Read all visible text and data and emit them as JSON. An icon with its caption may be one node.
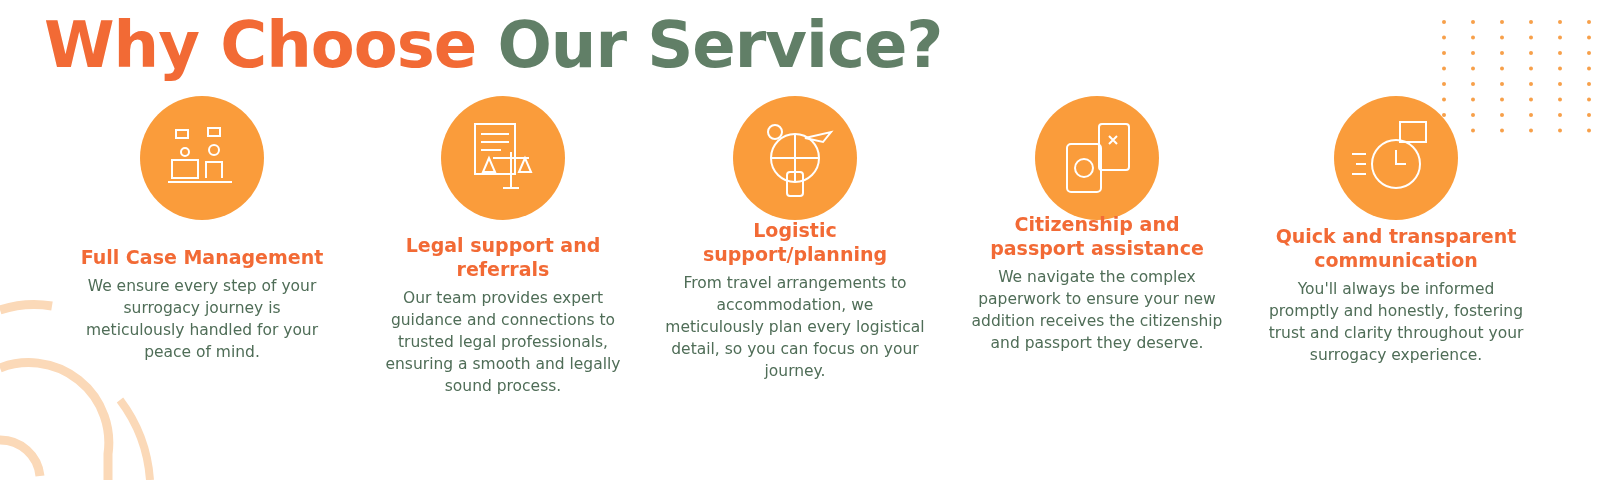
{
  "diagram": {
    "title": "Why Choose Our Service?",
    "nodes": [
      {
        "text": [
          "Full Case Management",
          "We ensure every step of your surrogacy journey is meticulously handled for your peace of mind."
        ]
      },
      {
        "text": [
          "Legal support and referrals",
          "Our team provides expert guidance and connections to trusted legal professionals, ensuring a smooth and legally sound process."
        ]
      },
      {
        "text": [
          "Logistic support/planning",
          "From travel arrangements to accommodation, we meticulously plan every logistical detail, so you can focus on your journey."
        ]
      },
      {
        "text": [
          "Citizenship and passport assistance",
          "We navigate the complex paperwork to ensure your new addition receives the citizenship and passport they deserve."
        ]
      },
      {
        "text": [
          "Quick and transparent communication",
          "You'll always be informed promptly and honestly, fostering trust and clarity throughout your surrogacy experience."
        ]
      }
    ],
    "edges": []
  }
}
